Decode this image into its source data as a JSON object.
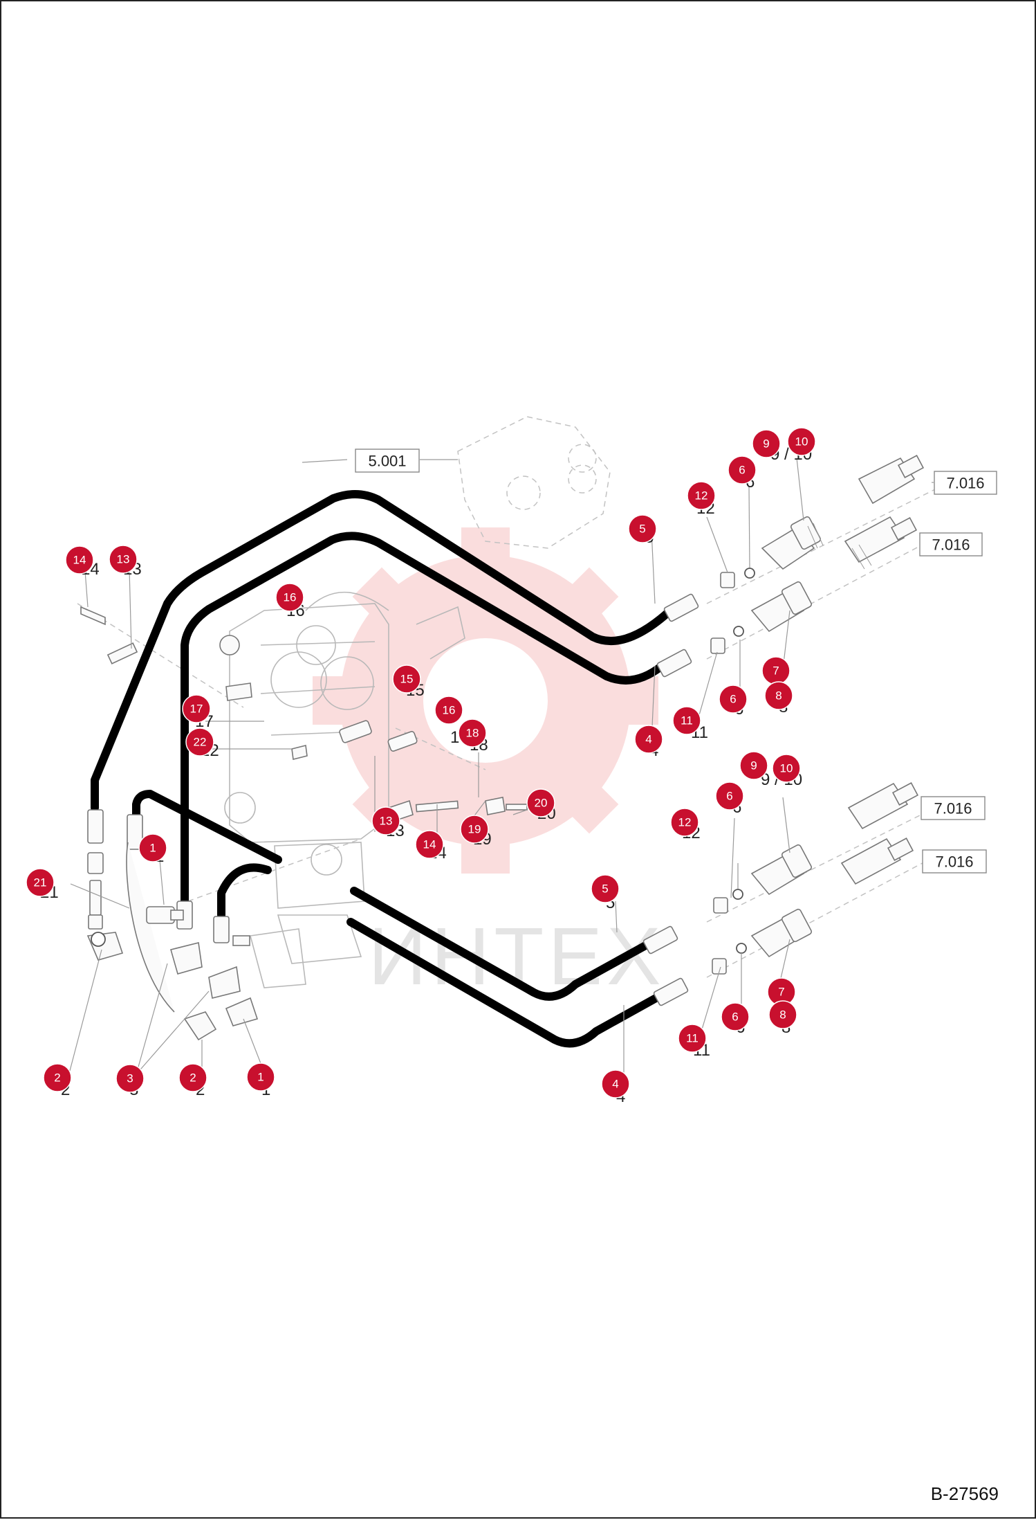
{
  "drawing_number": "B-27569",
  "watermark": {
    "text": "ИНТЕХ",
    "color": "#e84a4a"
  },
  "colors": {
    "callout_fill": "#c8102e",
    "hose": "#000000",
    "frame": "#222222"
  },
  "reference_boxes": [
    {
      "label": "5.001"
    },
    {
      "label": "7.016"
    },
    {
      "label": "7.016"
    },
    {
      "label": "7.016"
    },
    {
      "label": "7.016"
    }
  ],
  "callouts": [
    "9",
    "10",
    "6",
    "12",
    "5",
    "14",
    "13",
    "16",
    "7",
    "8",
    "6",
    "15",
    "11",
    "4",
    "17",
    "16",
    "18",
    "22",
    "9",
    "10",
    "6",
    "12",
    "20",
    "13",
    "19",
    "14",
    "1",
    "5",
    "21",
    "7",
    "6",
    "8",
    "11",
    "2",
    "3",
    "2",
    "1",
    "4"
  ],
  "part_numbers": [
    "9 / 10",
    "6",
    "12",
    "5",
    "14",
    "13",
    "16",
    "7",
    "8",
    "6",
    "15",
    "11",
    "4",
    "17",
    "16",
    "18",
    "22",
    "9 / 10",
    "6",
    "12",
    "20",
    "13",
    "19",
    "14",
    "1",
    "5",
    "21",
    "7",
    "6",
    "8",
    "11",
    "2",
    "3",
    "2",
    "1",
    "4"
  ]
}
